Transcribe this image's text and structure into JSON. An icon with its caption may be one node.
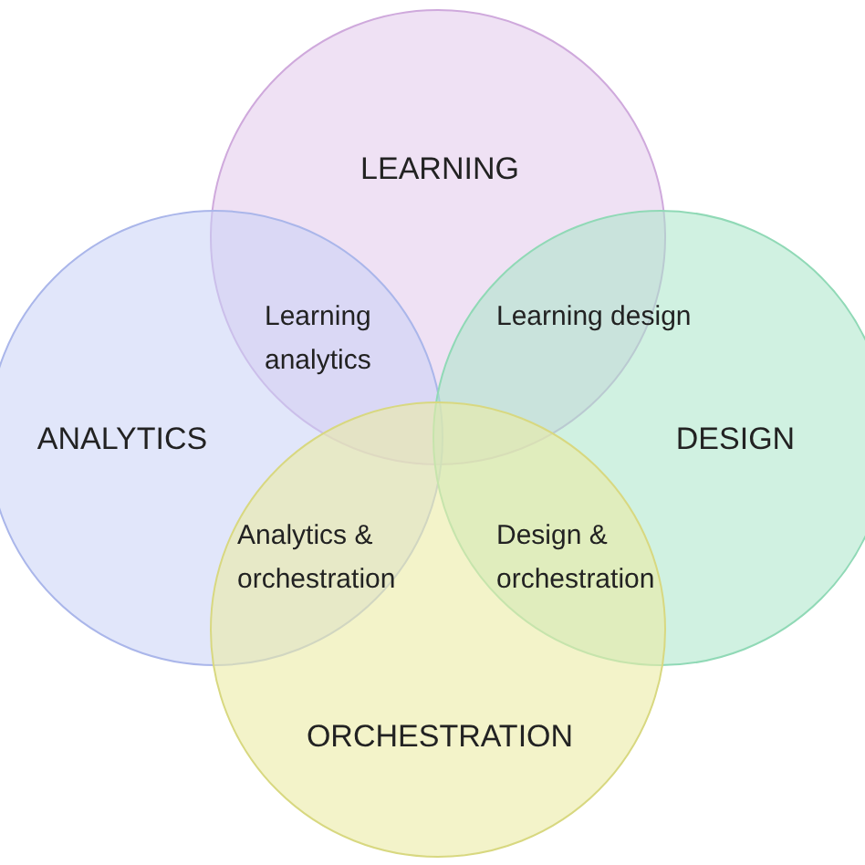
{
  "diagram": {
    "nodes": [
      {
        "text": [
          "LEARNING"
        ]
      },
      {
        "text": [
          "ANALYTICS"
        ]
      },
      {
        "text": [
          "DESIGN"
        ]
      },
      {
        "text": [
          "ORCHESTRATION"
        ]
      }
    ],
    "labels": [
      "Learning analytics",
      "Learning design",
      "Analytics & orchestration",
      "Design & orchestration"
    ]
  }
}
